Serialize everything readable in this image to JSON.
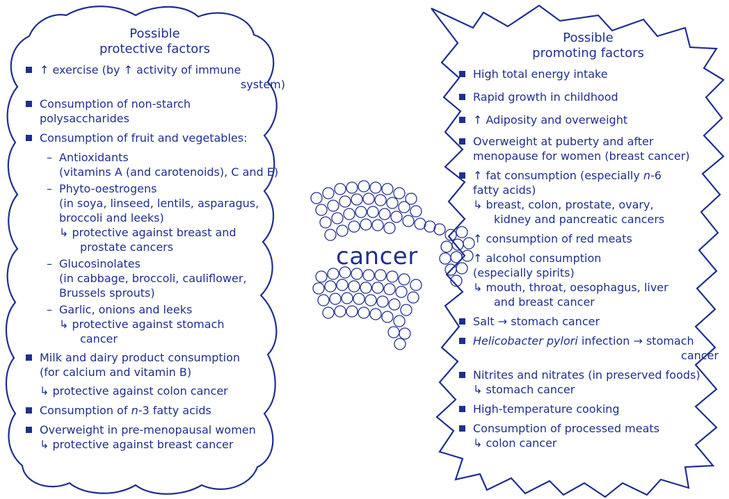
{
  "protective": {
    "title_line1": "Possible",
    "title_line2": "protective factors",
    "exercise_a": "↑ exercise (by ↑ activity of immune",
    "exercise_b": "system)",
    "nsp_a": "Consumption of non-starch",
    "nsp_b": "polysaccharides",
    "fruit": "Consumption of fruit and vegetables:",
    "antiox_a": "Antioxidants",
    "antiox_b": "(vitamins A (and carotenoids), C and E)",
    "phyto_a": "Phyto-oestrogens",
    "phyto_b": "(in soya, linseed, lentils, asparagus,",
    "phyto_c": "broccoli and leeks)",
    "phyto_d": "↳ protective against breast and",
    "phyto_e": "prostate cancers",
    "gluco_a": "Glucosinolates",
    "gluco_b": "(in cabbage, broccoli, cauliflower,",
    "gluco_c": "Brussels sprouts)",
    "garlic_a": "Garlic, onions and leeks",
    "garlic_b": "↳ protective against stomach",
    "garlic_c": "cancer",
    "milk_a": "Milk and dairy product consumption",
    "milk_b": "(for calcium and vitamin B)",
    "milk_c": "↳ protective against colon cancer",
    "n3_a": "Consumption of ",
    "n3_n": "n",
    "n3_b": "-3 fatty acids",
    "premeno_a": "Overweight in pre-menopausal women",
    "premeno_b": "↳ protective against breast cancer"
  },
  "center": {
    "word": "cancer"
  },
  "promoting": {
    "title_line1": "Possible",
    "title_line2": "promoting factors",
    "energy": "High total energy intake",
    "growth": "Rapid growth in childhood",
    "adipo": "↑ Adiposity and overweight",
    "puberty_a": "Overweight at puberty and after",
    "puberty_b": "menopause for women (breast cancer)",
    "fat_a": "↑ fat consumption (especially ",
    "fat_n": "n",
    "fat_b": "-6",
    "fat_c": "fatty acids)",
    "fat_d": "↳ breast, colon, prostate, ovary,",
    "fat_e": "kidney and pancreatic cancers",
    "redmeat": "↑ consumption of red meats",
    "alcohol_a": "↑ alcohol consumption",
    "alcohol_b": "(especially spirits)",
    "alcohol_c": "↳ mouth, throat, oesophagus, liver",
    "alcohol_d": "and breast cancer",
    "salt": "Salt → stomach cancer",
    "hp_italic": "Helicobacter pylori",
    "hp_b": " infection → stomach",
    "hp_c": "cancer",
    "nitr_a": "Nitrites and nitrates (in preserved foods)",
    "nitr_b": "↳ stomach cancer",
    "hightemp": "High-temperature cooking",
    "processed_a": "Consumption of processed meats",
    "processed_b": "↳ colon cancer"
  },
  "colors": {
    "ink": "#1f2f8f",
    "background": "#ffffff"
  }
}
